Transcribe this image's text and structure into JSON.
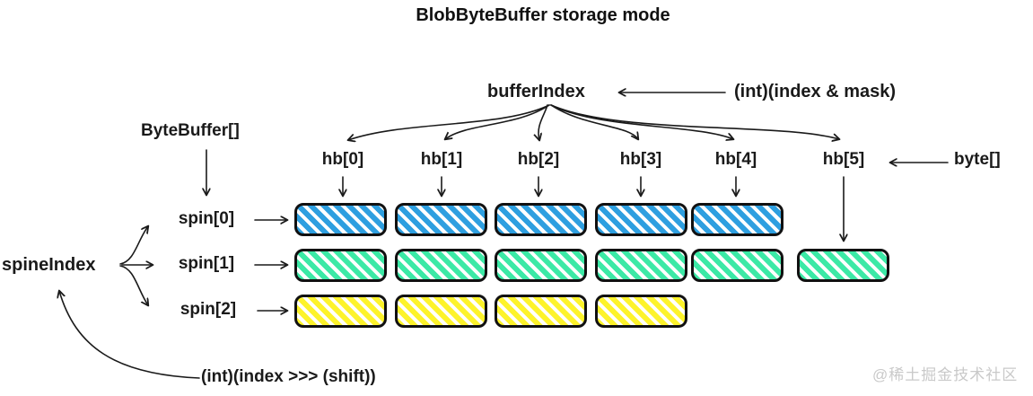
{
  "title": "BlobByteBuffer storage mode",
  "top": {
    "buffer_index_label": "bufferIndex",
    "mask_formula": "(int)(index & mask)"
  },
  "hb_labels": [
    "hb[0]",
    "hb[1]",
    "hb[2]",
    "hb[3]",
    "hb[4]",
    "hb[5]"
  ],
  "right": {
    "byte_array_label": "byte[]"
  },
  "left": {
    "byte_buffer_array_label": "ByteBuffer[]",
    "spine_index_label": "spineIndex",
    "shift_formula": "(int)(index >>> (shift))"
  },
  "spine_rows": [
    {
      "label": "spin[0]",
      "color": "#2e9fe0",
      "blocks": 5
    },
    {
      "label": "spin[1]",
      "color": "#3ce9a6",
      "blocks": 6
    },
    {
      "label": "spin[2]",
      "color": "#fdf32b",
      "blocks": 4
    }
  ],
  "watermark": "@稀土掘金技术社区",
  "colors": {
    "stroke": "#1a1a1a",
    "background": "#ffffff",
    "watermark": "#c9c9c9"
  }
}
